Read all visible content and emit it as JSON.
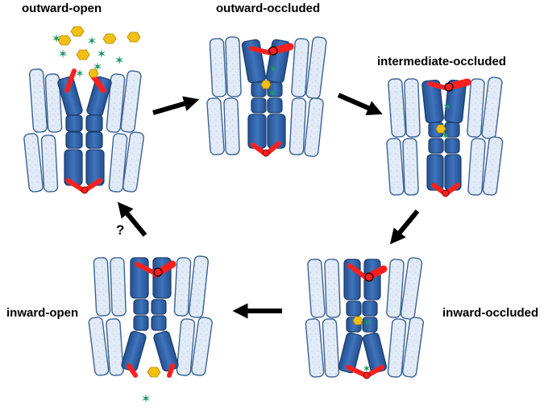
{
  "states": [
    {
      "id": "outward-open",
      "label": "outward-open"
    },
    {
      "id": "outward-occluded",
      "label": "outward-occluded"
    },
    {
      "id": "intermediate-occluded",
      "label": "intermediate-occluded"
    },
    {
      "id": "inward-occluded",
      "label": "inward-occluded"
    },
    {
      "id": "inward-open",
      "label": "inward-open"
    }
  ],
  "transition_question": "?",
  "colors": {
    "helix_light": "#dfe9f6",
    "helix_stroke": "#3a6294",
    "helix_core": "#2f5fa3",
    "gate": "#ff1f1f",
    "substrate_hexagon": "#f2c014",
    "ion_star": "#1e9a63",
    "arrow": "#000000"
  }
}
